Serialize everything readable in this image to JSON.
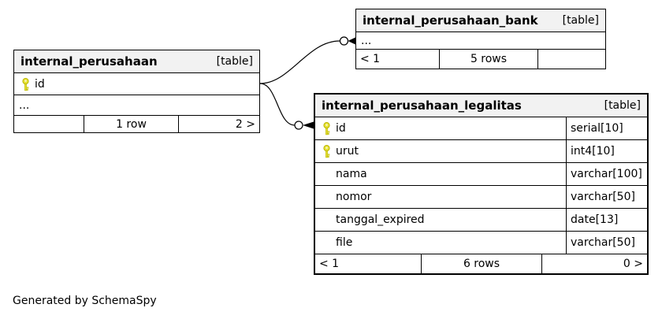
{
  "diagram": {
    "credit": "Generated by SchemaSpy",
    "colors": {
      "background": "#ffffff",
      "table_header_bg": "#f2f2f2",
      "border": "#000000",
      "key_icon": "#e6e235"
    }
  },
  "tables": [
    {
      "title": "internal_perusahaan",
      "tag": "[table]",
      "columns": [
        {
          "name": "id",
          "type": "",
          "key": true
        }
      ],
      "ellipsis": "...",
      "footer": {
        "left": "",
        "center": "1 row",
        "right": "2 >"
      }
    },
    {
      "title": "internal_perusahaan_bank",
      "tag": "[table]",
      "columns": [],
      "ellipsis": "...",
      "footer": {
        "left": "< 1",
        "center": "5 rows",
        "right": ""
      }
    },
    {
      "title": "internal_perusahaan_legalitas",
      "tag": "[table]",
      "columns": [
        {
          "name": "id",
          "type": "serial[10]",
          "key": true
        },
        {
          "name": "urut",
          "type": "int4[10]",
          "key": true
        },
        {
          "name": "nama",
          "type": "varchar[100]",
          "key": false
        },
        {
          "name": "nomor",
          "type": "varchar[50]",
          "key": false
        },
        {
          "name": "tanggal_expired",
          "type": "date[13]",
          "key": false
        },
        {
          "name": "file",
          "type": "varchar[50]",
          "key": false
        }
      ],
      "footer": {
        "left": "< 1",
        "center": "6 rows",
        "right": "0 >"
      }
    }
  ],
  "connections": [
    {
      "from": "internal_perusahaan.id",
      "to": "internal_perusahaan_bank"
    },
    {
      "from": "internal_perusahaan.id",
      "to": "internal_perusahaan_legalitas.id"
    }
  ]
}
